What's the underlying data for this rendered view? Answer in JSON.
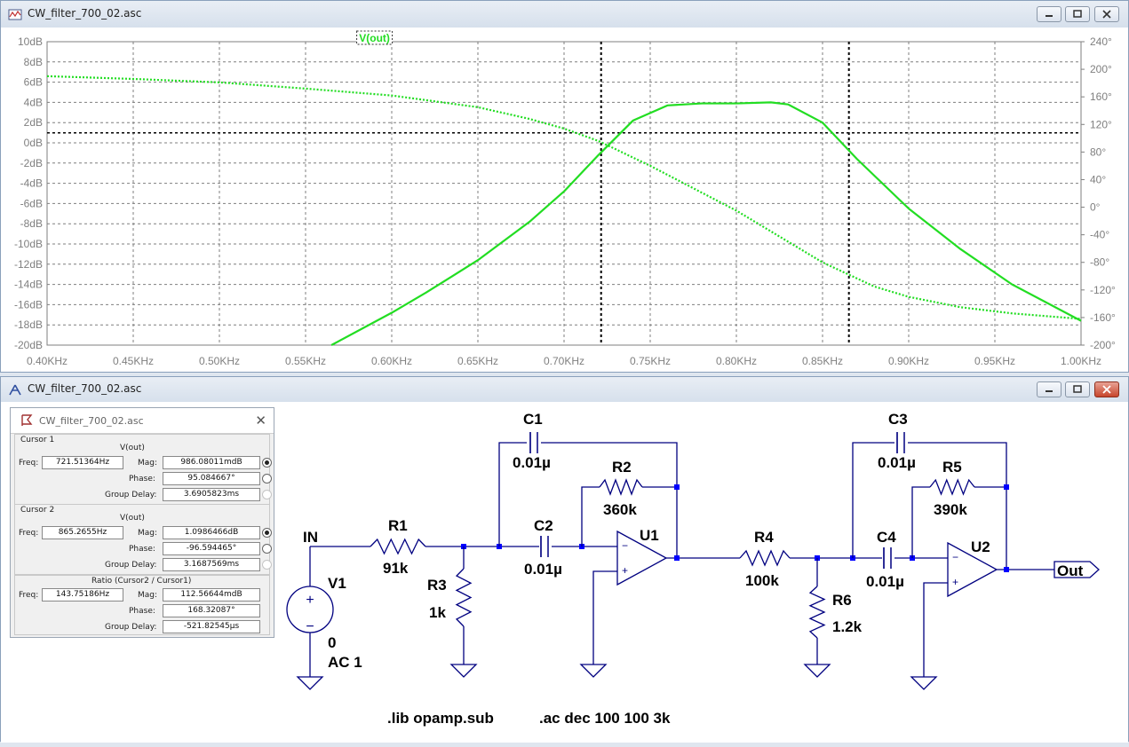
{
  "plot_window": {
    "title": "CW_filter_700_02.asc",
    "trace_label": "V(out)",
    "left_axis": [
      "10dB",
      "8dB",
      "6dB",
      "4dB",
      "2dB",
      "0dB",
      "-2dB",
      "-4dB",
      "-6dB",
      "-8dB",
      "-10dB",
      "-12dB",
      "-14dB",
      "-16dB",
      "-18dB",
      "-20dB"
    ],
    "right_axis": [
      "240°",
      "200°",
      "160°",
      "120°",
      "80°",
      "40°",
      "0°",
      "-40°",
      "-80°",
      "-120°",
      "-160°",
      "-200°"
    ],
    "x_axis": [
      "0.40KHz",
      "0.45KHz",
      "0.50KHz",
      "0.55KHz",
      "0.60KHz",
      "0.65KHz",
      "0.70KHz",
      "0.75KHz",
      "0.80KHz",
      "0.85KHz",
      "0.90KHz",
      "0.95KHz",
      "1.00KHz"
    ],
    "colors": {
      "trace": "#22dd22",
      "grid": "#7f7f7f",
      "axis_text": "#7f7f7f"
    }
  },
  "chart_data": {
    "type": "line",
    "title": "",
    "x_unit": "KHz",
    "xlim": [
      0.4,
      1.0
    ],
    "ylim_left_db": [
      -20,
      10
    ],
    "ylim_right_deg": [
      -200,
      240
    ],
    "series": [
      {
        "name": "V(out)",
        "style": "solid",
        "axis": "magnitude_dB",
        "x": [
          0.565,
          0.6,
          0.62,
          0.65,
          0.68,
          0.7,
          0.72,
          0.74,
          0.76,
          0.78,
          0.8,
          0.82,
          0.83,
          0.85,
          0.87,
          0.9,
          0.93,
          0.96,
          1.0
        ],
        "y": [
          -20,
          -16.8,
          -14.8,
          -11.6,
          -7.8,
          -4.8,
          -1.2,
          2.2,
          3.7,
          3.9,
          3.9,
          4.0,
          3.8,
          2.0,
          -1.6,
          -6.5,
          -10.5,
          -14.0,
          -17.6
        ]
      },
      {
        "name": "V(out)",
        "style": "dotted",
        "axis": "phase_deg",
        "x": [
          0.4,
          0.45,
          0.5,
          0.55,
          0.6,
          0.65,
          0.68,
          0.7,
          0.72,
          0.75,
          0.8,
          0.85,
          0.88,
          0.9,
          0.93,
          0.96,
          1.0
        ],
        "y": [
          190,
          186,
          181,
          172,
          162,
          145,
          128,
          114,
          96,
          60,
          -5,
          -80,
          -115,
          -130,
          -145,
          -154,
          -162
        ]
      }
    ],
    "cursors_x": [
      0.7215,
      0.8653
    ],
    "cursor_level_db": 0.986
  },
  "schematic_window": {
    "title": "CW_filter_700_02.asc",
    "labels": {
      "in": "IN",
      "out": "Out",
      "r1": "R1",
      "r1v": "91k",
      "r2": "R2",
      "r2v": "360k",
      "r3": "R3",
      "r3v": "1k",
      "r4": "R4",
      "r4v": "100k",
      "r5": "R5",
      "r5v": "390k",
      "r6": "R6",
      "r6v": "1.2k",
      "c1": "C1",
      "c1v": "0.01µ",
      "c2": "C2",
      "c2v": "0.01µ",
      "c3": "C3",
      "c3v": "0.01µ",
      "c4": "C4",
      "c4v": "0.01µ",
      "u1": "U1",
      "u2": "U2",
      "v1": "V1",
      "v1a": "0",
      "v1b": "AC 1",
      "lib": ".lib opamp.sub",
      "ac": ".ac dec 100 100 3k"
    },
    "colors": {
      "wire": "#000080",
      "node": "#0000ff",
      "text": "#000000"
    }
  },
  "cursor_dialog": {
    "title": "CW_filter_700_02.asc",
    "cursor1": {
      "header": "Cursor 1",
      "trace": "V(out)",
      "freq_label": "Freq:",
      "freq": "721.51364Hz",
      "mag_label": "Mag:",
      "mag": "986.08011mdB",
      "phase_label": "Phase:",
      "phase": "95.084667°",
      "gd_label": "Group Delay:",
      "gd": "3.6905823ms"
    },
    "cursor2": {
      "header": "Cursor 2",
      "trace": "V(out)",
      "freq_label": "Freq:",
      "freq": "865.2655Hz",
      "mag_label": "Mag:",
      "mag": "1.0986466dB",
      "phase_label": "Phase:",
      "phase": "-96.594465°",
      "gd_label": "Group Delay:",
      "gd": "3.1687569ms"
    },
    "ratio": {
      "header": "Ratio (Cursor2 / Cursor1)",
      "freq_label": "Freq:",
      "freq": "143.75186Hz",
      "mag_label": "Mag:",
      "mag": "112.56644mdB",
      "phase_label": "Phase:",
      "phase": "168.32087°",
      "gd_label": "Group Delay:",
      "gd": "-521.82545µs"
    }
  }
}
